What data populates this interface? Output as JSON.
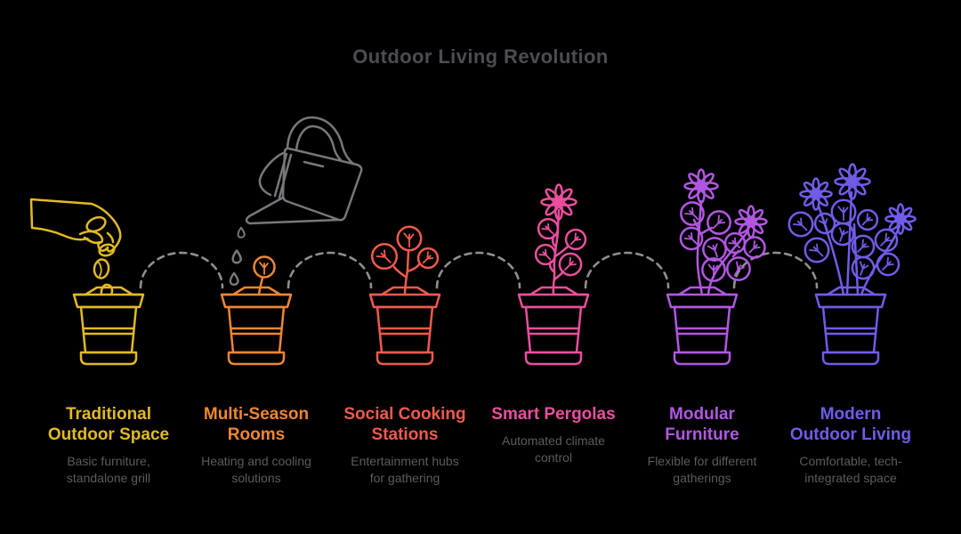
{
  "title": "Outdoor Living Revolution",
  "stages": [
    {
      "name": "Traditional\nOutdoor Space",
      "description": "Basic furniture,\nstandalone grill",
      "color": "#e2ba24",
      "icon": "pot-with-seed"
    },
    {
      "name": "Multi-Season\nRooms",
      "description": "Heating and cooling\nsolutions",
      "color": "#ef8632",
      "icon": "pot-with-sprout"
    },
    {
      "name": "Social Cooking\nStations",
      "description": "Entertainment hubs\nfor gathering",
      "color": "#f15a4d",
      "icon": "pot-with-seedling"
    },
    {
      "name": "Smart Pergolas",
      "description": "Automated climate\ncontrol",
      "color": "#ea4f9e",
      "icon": "pot-with-budding-flower"
    },
    {
      "name": "Modular\nFurniture",
      "description": "Flexible for different\ngatherings",
      "color": "#b157e2",
      "icon": "pot-with-flowering-plant"
    },
    {
      "name": "Modern\nOutdoor Living",
      "description": "Comfortable, tech-\nintegrated space",
      "color": "#6f5ce8",
      "icon": "pot-with-full-bloom-plant"
    }
  ],
  "illustrations": {
    "hand": "hand-dropping-seed",
    "watering_can": "watering-can-pouring",
    "connector": "dashed-arc-between-pots"
  },
  "colors": {
    "background": "#000000",
    "title": "#4c4c53",
    "description": "#5c5c61",
    "connector": "#8f8f92",
    "illustration_gray": "#77787c"
  }
}
